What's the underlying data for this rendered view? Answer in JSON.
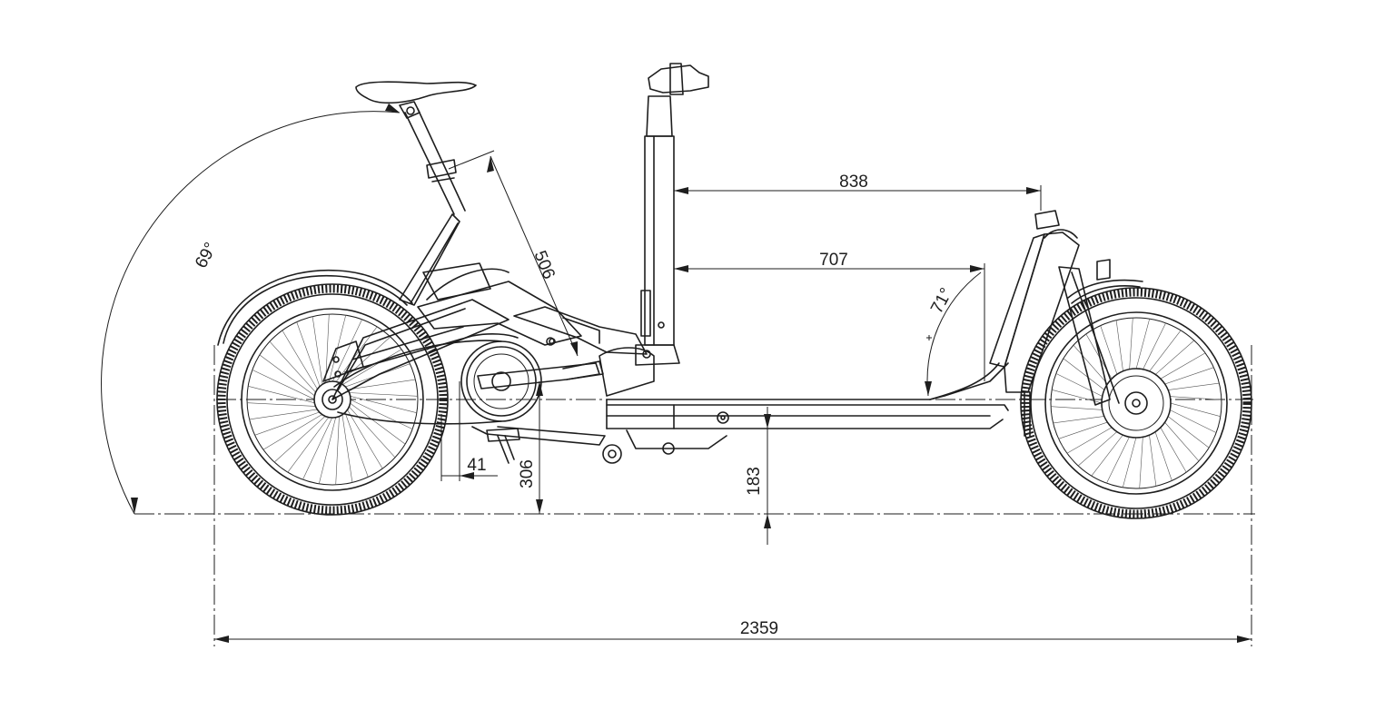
{
  "dimensions": {
    "overall_length": "2359",
    "cargo_length_top": "838",
    "cargo_length_bottom": "707",
    "seat_tube_length": "506",
    "bb_drop": "41",
    "bb_height": "306",
    "ground_clearance": "183"
  },
  "angles": {
    "seat_angle": "69°",
    "head_angle": "71°"
  }
}
